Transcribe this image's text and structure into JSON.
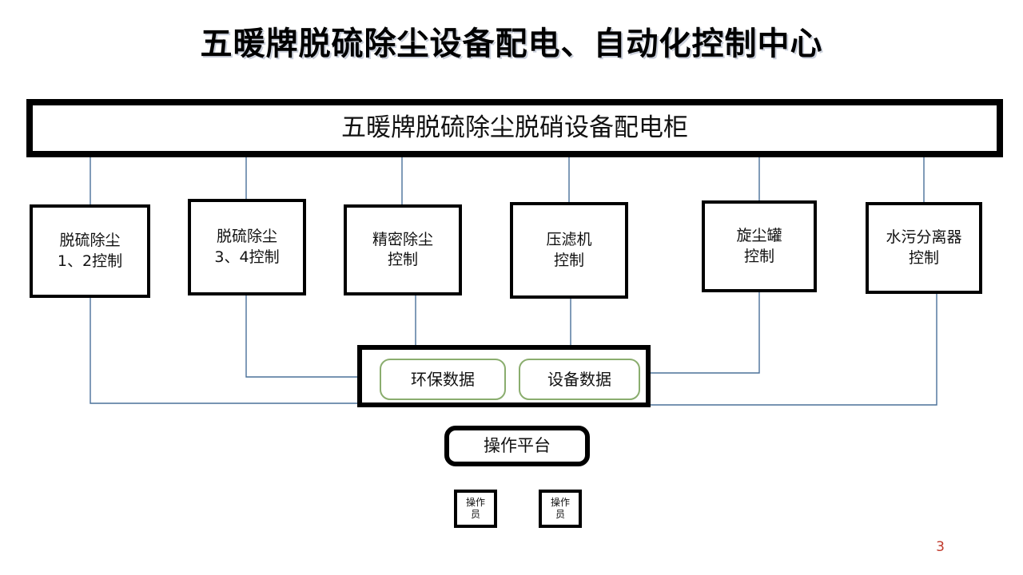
{
  "page": {
    "title": "五暖牌脱硫除尘设备配电、自动化控制中心",
    "number": "3",
    "number_color": "#c0392b",
    "background": "#ffffff"
  },
  "colors": {
    "box_border": "#000000",
    "connector_line": "#4a7099",
    "data_pill_border": "#8aad6e",
    "text": "#111111"
  },
  "banner": {
    "label": "五暖牌脱硫除尘脱硝设备配电柜"
  },
  "control_boxes": [
    {
      "id": "desulfurization-dedusting-1-2",
      "label": "脱硫除尘\n1、2控制"
    },
    {
      "id": "desulfurization-dedusting-3-4",
      "label": "脱硫除尘\n3、4控制"
    },
    {
      "id": "precision-dedusting",
      "label": "精密除尘\n控制"
    },
    {
      "id": "filter-press",
      "label": "压滤机\n控制"
    },
    {
      "id": "cyclone-dust-tank",
      "label": "旋尘罐\n控制"
    },
    {
      "id": "water-sewage-separator",
      "label": "水污分离器\n控制"
    }
  ],
  "data_group": {
    "pills": [
      {
        "id": "environmental-data",
        "label": "环保数据"
      },
      {
        "id": "equipment-data",
        "label": "设备数据"
      }
    ]
  },
  "platform": {
    "label": "操作平台"
  },
  "operators": [
    {
      "id": "operator-1",
      "label": "操作\n员"
    },
    {
      "id": "operator-2",
      "label": "操作\n员"
    }
  ]
}
